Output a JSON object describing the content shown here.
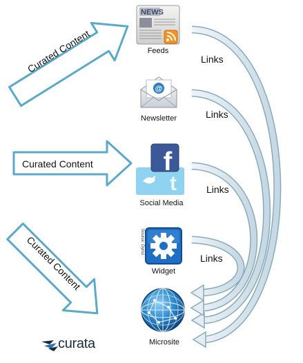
{
  "nodes": {
    "feeds": {
      "label": "Feeds"
    },
    "newsletter": {
      "label": "Newsletter"
    },
    "social_media": {
      "label": "Social Media"
    },
    "widget": {
      "label": "Widget",
      "source_note": "Source: Gyroz"
    },
    "microsite": {
      "label": "Microsite"
    }
  },
  "feeds_icon": {
    "text": "NEWS"
  },
  "links": [
    "Links",
    "Links",
    "Links",
    "Links"
  ],
  "curated_content": [
    "Curated Content",
    "Curated Content",
    "Curated Content"
  ],
  "logo": {
    "text": "curata"
  },
  "colors": {
    "arrow_outline": "#5aa9c9",
    "curve_outline": "#88aabb",
    "curve_fill": "#d8e6ee",
    "facebook_blue": "#3b5998",
    "twitter_blue": "#8fd3f0",
    "widget_blue": "#1e6fc4",
    "rss_orange": "#f39422",
    "globe_blue": "#1c70b6"
  }
}
